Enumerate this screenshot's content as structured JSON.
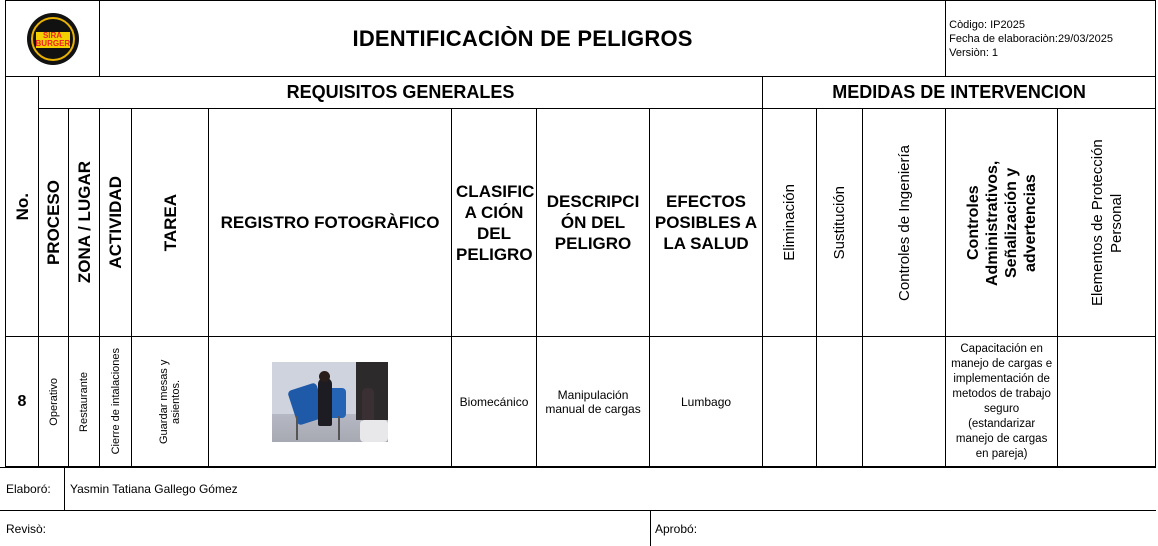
{
  "header": {
    "title": "IDENTIFICACIÒN DE PELIGROS",
    "codigo": "Còdigo: IP2025",
    "fecha": "Fecha de elaboraciòn:29/03/2025",
    "version": "Versiòn: 1",
    "logo_text": "SIRA BURGER"
  },
  "sections": {
    "requisitos": "REQUISITOS GENERALES",
    "medidas": "MEDIDAS DE INTERVENCION"
  },
  "columns": {
    "no": "No.",
    "proceso": "PROCESO",
    "zona": "ZONA / LUGAR",
    "actividad": "ACTIVIDAD",
    "tarea": "TAREA",
    "registro": "REGISTRO FOTOGRÀFICO",
    "clasificacion": "CLASIFIC A CIÓN DEL PELIGRO",
    "descripcion": "DESCRIPCI ÓN DEL PELIGRO",
    "efectos": "EFECTOS POSIBLES A LA SALUD",
    "eliminacion": "Eliminación",
    "sustitucion": "Sustitución",
    "ingenieria": "Controles de Ingeniería",
    "administrativos": "Controles Administrativos, Señalización y advertencias",
    "epp": "Elementos de Protección Personal"
  },
  "row": {
    "no": "8",
    "proceso": "Operativo",
    "zona": "Restaurante",
    "actividad": "Cierre de intalaciones",
    "tarea": "Guardar mesas y asientos.",
    "clasificacion": "Biomecánico",
    "descripcion": "Manipulación manual de cargas",
    "efectos": "Lumbago",
    "eliminacion": "",
    "sustitucion": "",
    "ingenieria": "",
    "administrativos": "Capacitación en manejo de cargas e implementación de metodos de trabajo seguro (estandarizar manejo de cargas en pareja)",
    "epp": ""
  },
  "footer": {
    "elaboro_label": "Elaboró:",
    "elaboro_value": "Yasmin Tatiana Gallego Gómez",
    "reviso_label": "Revisò:",
    "aprobo_label": "Aprobó:"
  }
}
